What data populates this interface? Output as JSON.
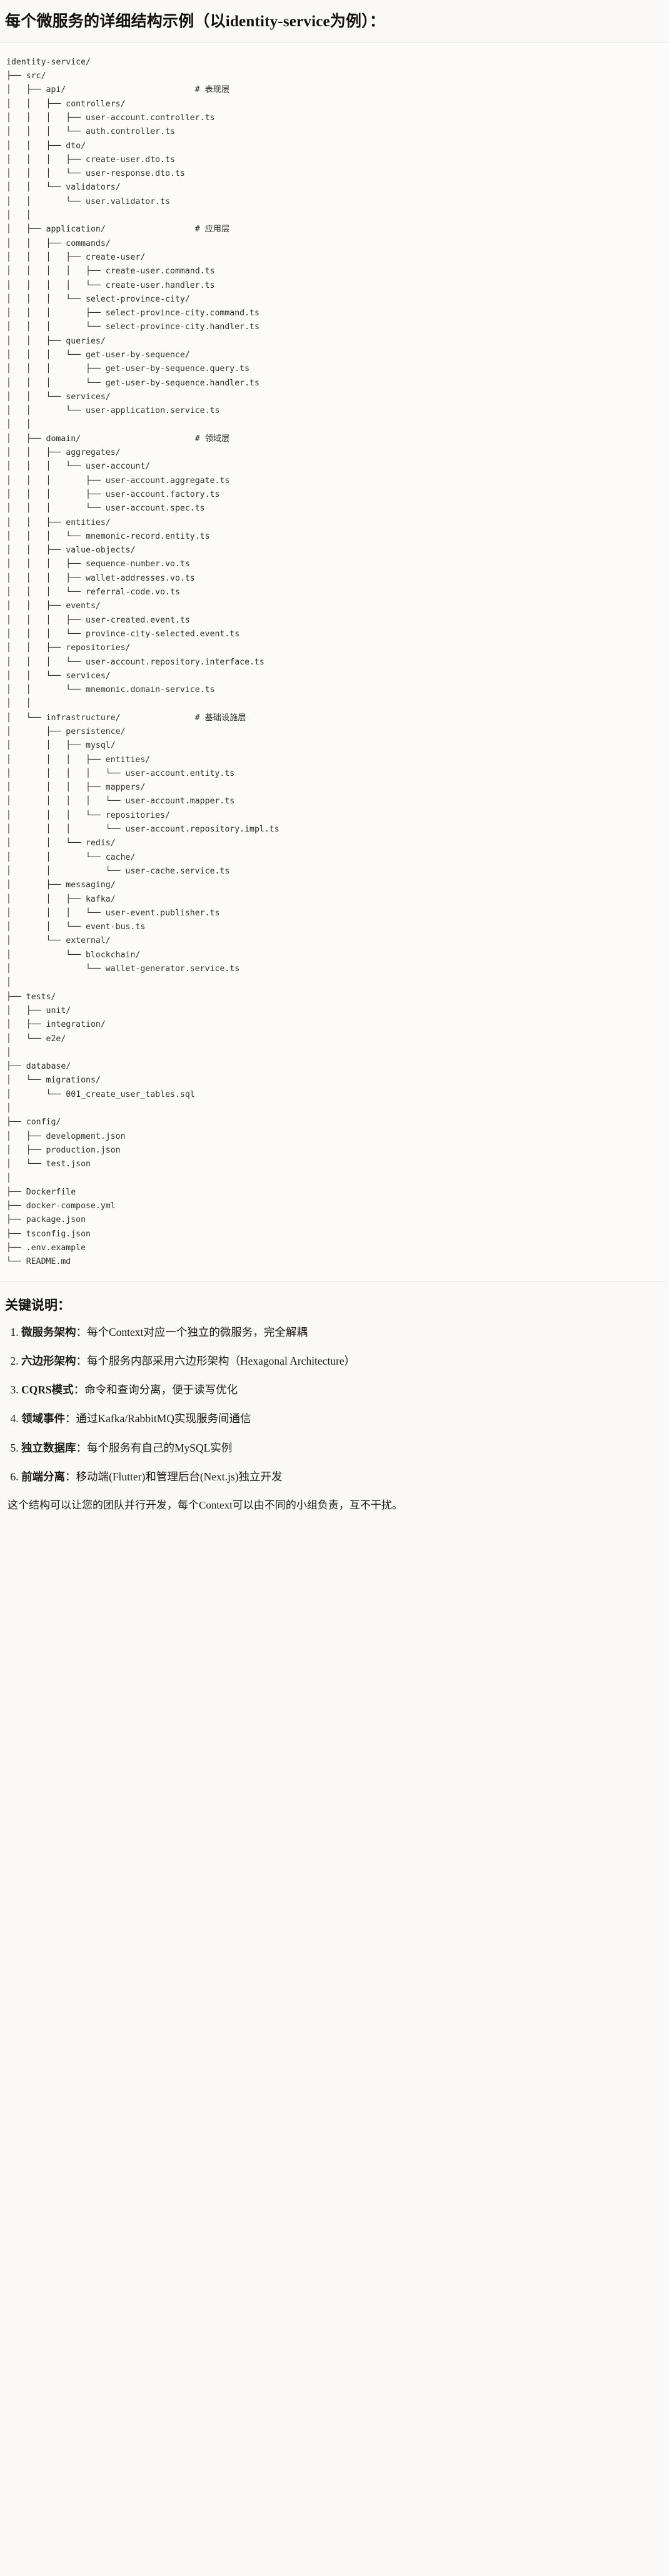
{
  "heading": "每个微服务的详细结构示例（以identity-service为例）：",
  "tree": {
    "root": "identity-service/",
    "lines": [
      "identity-service/",
      "├── src/",
      "│   ├── api/                          # 表现层",
      "│   │   ├── controllers/",
      "│   │   │   ├── user-account.controller.ts",
      "│   │   │   └── auth.controller.ts",
      "│   │   ├── dto/",
      "│   │   │   ├── create-user.dto.ts",
      "│   │   │   └── user-response.dto.ts",
      "│   │   └── validators/",
      "│   │       └── user.validator.ts",
      "│   │",
      "│   ├── application/                  # 应用层",
      "│   │   ├── commands/",
      "│   │   │   ├── create-user/",
      "│   │   │   │   ├── create-user.command.ts",
      "│   │   │   │   └── create-user.handler.ts",
      "│   │   │   └── select-province-city/",
      "│   │   │       ├── select-province-city.command.ts",
      "│   │   │       └── select-province-city.handler.ts",
      "│   │   ├── queries/",
      "│   │   │   └── get-user-by-sequence/",
      "│   │   │       ├── get-user-by-sequence.query.ts",
      "│   │   │       └── get-user-by-sequence.handler.ts",
      "│   │   └── services/",
      "│   │       └── user-application.service.ts",
      "│   │",
      "│   ├── domain/                       # 领域层",
      "│   │   ├── aggregates/",
      "│   │   │   └── user-account/",
      "│   │   │       ├── user-account.aggregate.ts",
      "│   │   │       ├── user-account.factory.ts",
      "│   │   │       └── user-account.spec.ts",
      "│   │   ├── entities/",
      "│   │   │   └── mnemonic-record.entity.ts",
      "│   │   ├── value-objects/",
      "│   │   │   ├── sequence-number.vo.ts",
      "│   │   │   ├── wallet-addresses.vo.ts",
      "│   │   │   └── referral-code.vo.ts",
      "│   │   ├── events/",
      "│   │   │   ├── user-created.event.ts",
      "│   │   │   └── province-city-selected.event.ts",
      "│   │   ├── repositories/",
      "│   │   │   └── user-account.repository.interface.ts",
      "│   │   └── services/",
      "│   │       └── mnemonic.domain-service.ts",
      "│   │",
      "│   └── infrastructure/               # 基础设施层",
      "│       ├── persistence/",
      "│       │   ├── mysql/",
      "│       │   │   ├── entities/",
      "│       │   │   │   └── user-account.entity.ts",
      "│       │   │   ├── mappers/",
      "│       │   │   │   └── user-account.mapper.ts",
      "│       │   │   └── repositories/",
      "│       │   │       └── user-account.repository.impl.ts",
      "│       │   └── redis/",
      "│       │       └── cache/",
      "│       │           └── user-cache.service.ts",
      "│       ├── messaging/",
      "│       │   ├── kafka/",
      "│       │   │   └── user-event.publisher.ts",
      "│       │   └── event-bus.ts",
      "│       └── external/",
      "│           └── blockchain/",
      "│               └── wallet-generator.service.ts",
      "│",
      "├── tests/",
      "│   ├── unit/",
      "│   ├── integration/",
      "│   └── e2e/",
      "│",
      "├── database/",
      "│   └── migrations/",
      "│       └── 001_create_user_tables.sql",
      "│",
      "├── config/",
      "│   ├── development.json",
      "│   ├── production.json",
      "│   └── test.json",
      "│",
      "├── Dockerfile",
      "├── docker-compose.yml",
      "├── package.json",
      "├── tsconfig.json",
      "├── .env.example",
      "└── README.md"
    ]
  },
  "keypoints": {
    "title": "关键说明：",
    "items": [
      {
        "term": "微服务架构",
        "sep": "：",
        "desc": "每个Context对应一个独立的微服务，完全解耦"
      },
      {
        "term": "六边形架构",
        "sep": "：",
        "desc": "每个服务内部采用六边形架构（Hexagonal Architecture）"
      },
      {
        "term": "CQRS模式",
        "sep": "：",
        "desc": "命令和查询分离，便于读写优化"
      },
      {
        "term": "领域事件",
        "sep": "：",
        "desc": "通过Kafka/RabbitMQ实现服务间通信"
      },
      {
        "term": "独立数据库",
        "sep": "：",
        "desc": "每个服务有自己的MySQL实例"
      },
      {
        "term": "前端分离",
        "sep": "：",
        "desc": "移动端(Flutter)和管理后台(Next.js)独立开发"
      }
    ],
    "footer": "这个结构可以让您的团队并行开发，每个Context可以由不同的小组负责，互不干扰。"
  },
  "colors": {
    "page_bg": "#faf9f7",
    "code_bg": "#fcfbf9",
    "rule": "#e3e1dd",
    "text": "#1a1a1a",
    "code_text": "#2d2d2d"
  }
}
